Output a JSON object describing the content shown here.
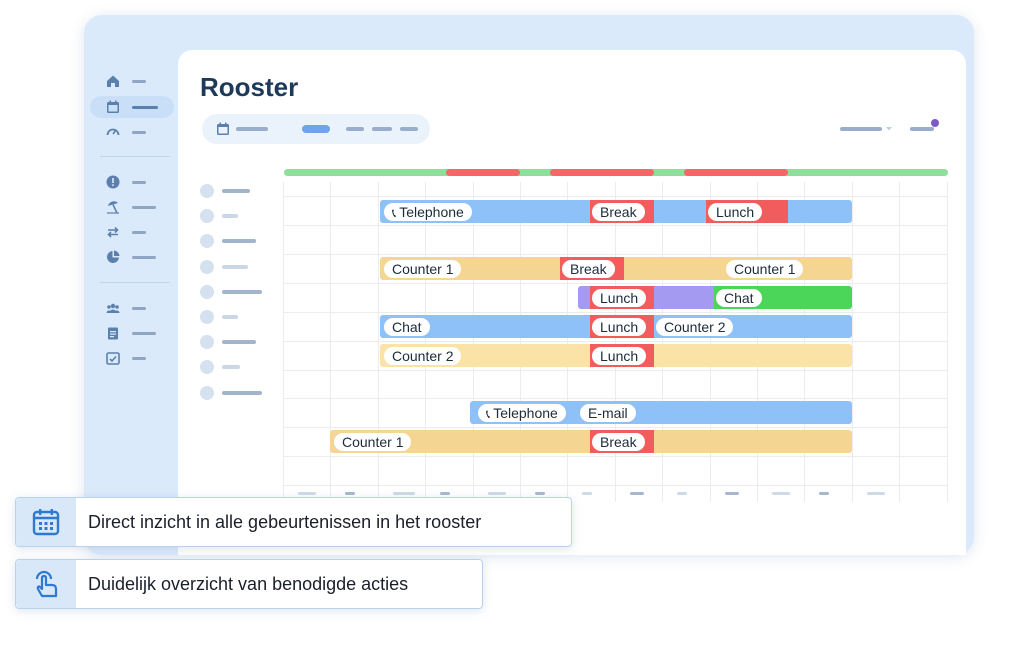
{
  "page": {
    "title": "Rooster"
  },
  "colors": {
    "accent": "#6fa5e6",
    "telephone": "#8ec1f7",
    "counter": "#f5d592",
    "counter_light": "#fbe3a8",
    "break": "#f25c5c",
    "chat": "#4bd65a",
    "purple": "#a59af2",
    "status_ok": "#8ddf9b",
    "status_bad": "#f26868"
  },
  "schedule": {
    "rows": [
      {
        "chips": [
          "Telephone",
          "Break",
          "Lunch"
        ]
      },
      {
        "chips": []
      },
      {
        "chips": [
          "Counter 1",
          "Break",
          "Counter 1"
        ]
      },
      {
        "chips": [
          "Lunch",
          "Chat"
        ]
      },
      {
        "chips": [
          "Chat",
          "Lunch",
          "Counter 2"
        ]
      },
      {
        "chips": [
          "Counter 2",
          "Lunch"
        ]
      },
      {
        "chips": []
      },
      {
        "chips": [
          "Telephone",
          "E-mail"
        ]
      },
      {
        "chips": [
          "Counter 1",
          "Break"
        ]
      }
    ]
  },
  "features": [
    {
      "icon": "calendar-icon",
      "text": "Direct inzicht in alle gebeurtenissen in het rooster"
    },
    {
      "icon": "tap-hand-icon",
      "text": "Duidelijk overzicht van benodigde acties"
    }
  ]
}
